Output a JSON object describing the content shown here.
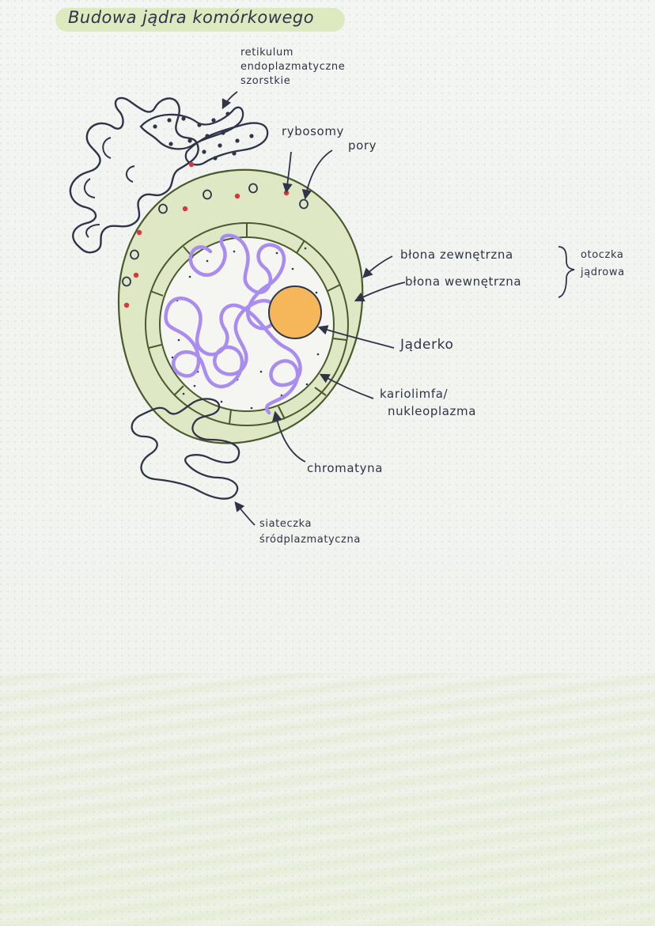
{
  "title": "Budowa jądra komórkowego",
  "labels": {
    "rer_line1": "retikulum",
    "rer_line2": "endoplazmatyczne",
    "rer_line3": "szorstkie",
    "rybosomy": "rybosomy",
    "pory": "pory",
    "blona_zewnetrzna": "błona zewnętrzna",
    "blona_wewnetrzna": "błona wewnętrzna",
    "otoczka_line1": "otoczka",
    "otoczka_line2": "jądrowa",
    "jaderko": "Jąderko",
    "kariolimfa_line1": "kariolimfa/",
    "kariolimfa_line2": "nukleoplazma",
    "chromatyna": "chromatyna",
    "siateczka_line1": "siateczka",
    "siateczka_line2": "śródplazmatyczna"
  },
  "colors": {
    "ink": "#2f3448",
    "envelope": "#dfe8c4",
    "envelope_outline": "#4a5a2e",
    "nucleolus": "#f6b65a",
    "chromatin": "#a98cf0",
    "ribosome": "#d8373f",
    "title_highlight": "#d8e6b6"
  }
}
